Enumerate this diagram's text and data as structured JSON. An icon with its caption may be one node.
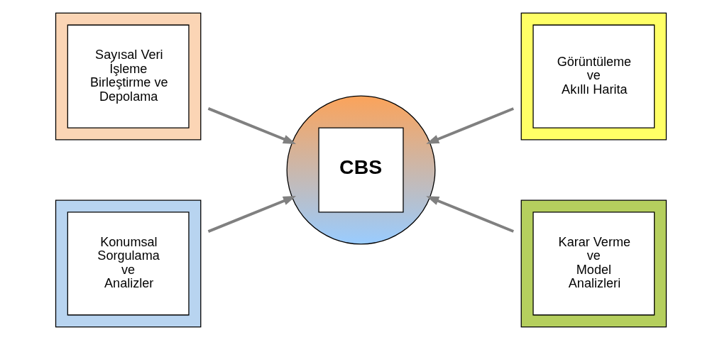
{
  "diagram": {
    "nodes": [
      {
        "text": [
          "Sayısal Veri İşleme Birleştirme ve Depolama"
        ]
      },
      {
        "text": [
          "Görüntüleme ve Akıllı Harita"
        ]
      },
      {
        "text": [
          "CBS"
        ]
      },
      {
        "text": [
          "Konumsal Sorgulama ve Analizler"
        ]
      },
      {
        "text": [
          "Karar Verme ve Model Analizleri"
        ]
      }
    ],
    "edges": [
      {
        "from": 0,
        "to": 2,
        "arrow": "to"
      },
      {
        "from": 1,
        "to": 2,
        "arrow": "to"
      },
      {
        "from": 3,
        "to": 2,
        "arrow": "to"
      },
      {
        "from": 4,
        "to": 2,
        "arrow": "to"
      }
    ]
  }
}
